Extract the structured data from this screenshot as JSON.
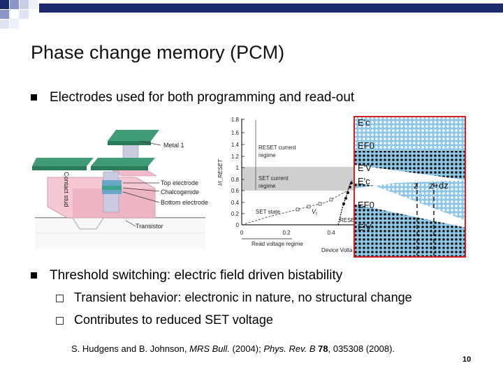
{
  "slide": {
    "title": "Phase change memory (PCM)",
    "bullets": [
      "Electrodes used for both programming and read-out",
      "Threshold switching: electric field driven bistability"
    ],
    "sub_bullets": [
      "Transient behavior: electronic in nature, no structural change",
      "Contributes to reduced SET voltage"
    ],
    "citation": {
      "authors": "S. Hudgens and B. Johnson, ",
      "journal1": "MRS Bull.",
      "mid": " (2004); ",
      "journal2": "Phys. Rev. B",
      "vol_sep": " ",
      "volume": "78",
      "tail": ", 035308 (2008)."
    },
    "page_number": "10"
  },
  "device_figure": {
    "labels": [
      "Metal 1",
      "Contact stud",
      "Top electrode",
      "Chalcogenide",
      "Bottom electrode",
      "Transistor"
    ]
  },
  "iv_figure": {
    "y_ticks": [
      "1.8",
      "1.6",
      "1.4",
      "1.2",
      "1",
      "0.8",
      "0.6",
      "0.4",
      "0.2",
      "0"
    ],
    "x_ticks": [
      "0",
      "0.2",
      "0.4"
    ],
    "y_axis_label": "I/I_RESET",
    "regions": [
      "RESET current",
      "regime",
      "SET current",
      "regime"
    ],
    "set_state_label": "SET state",
    "vth_label": "V",
    "vth_sub": "t",
    "read_regime_label": "Read voltage regime",
    "device_voltage_label": "Device Volta",
    "reset_cut_label": "RESE"
  },
  "band_figure": {
    "level_labels": [
      "E'c",
      "EF0",
      "E'V",
      "E'c",
      "EF0",
      "E'V"
    ],
    "z_label": "z",
    "zdz_label": "z+dz",
    "frame_color": "#d42020",
    "band_color": "#8fc7e6"
  }
}
